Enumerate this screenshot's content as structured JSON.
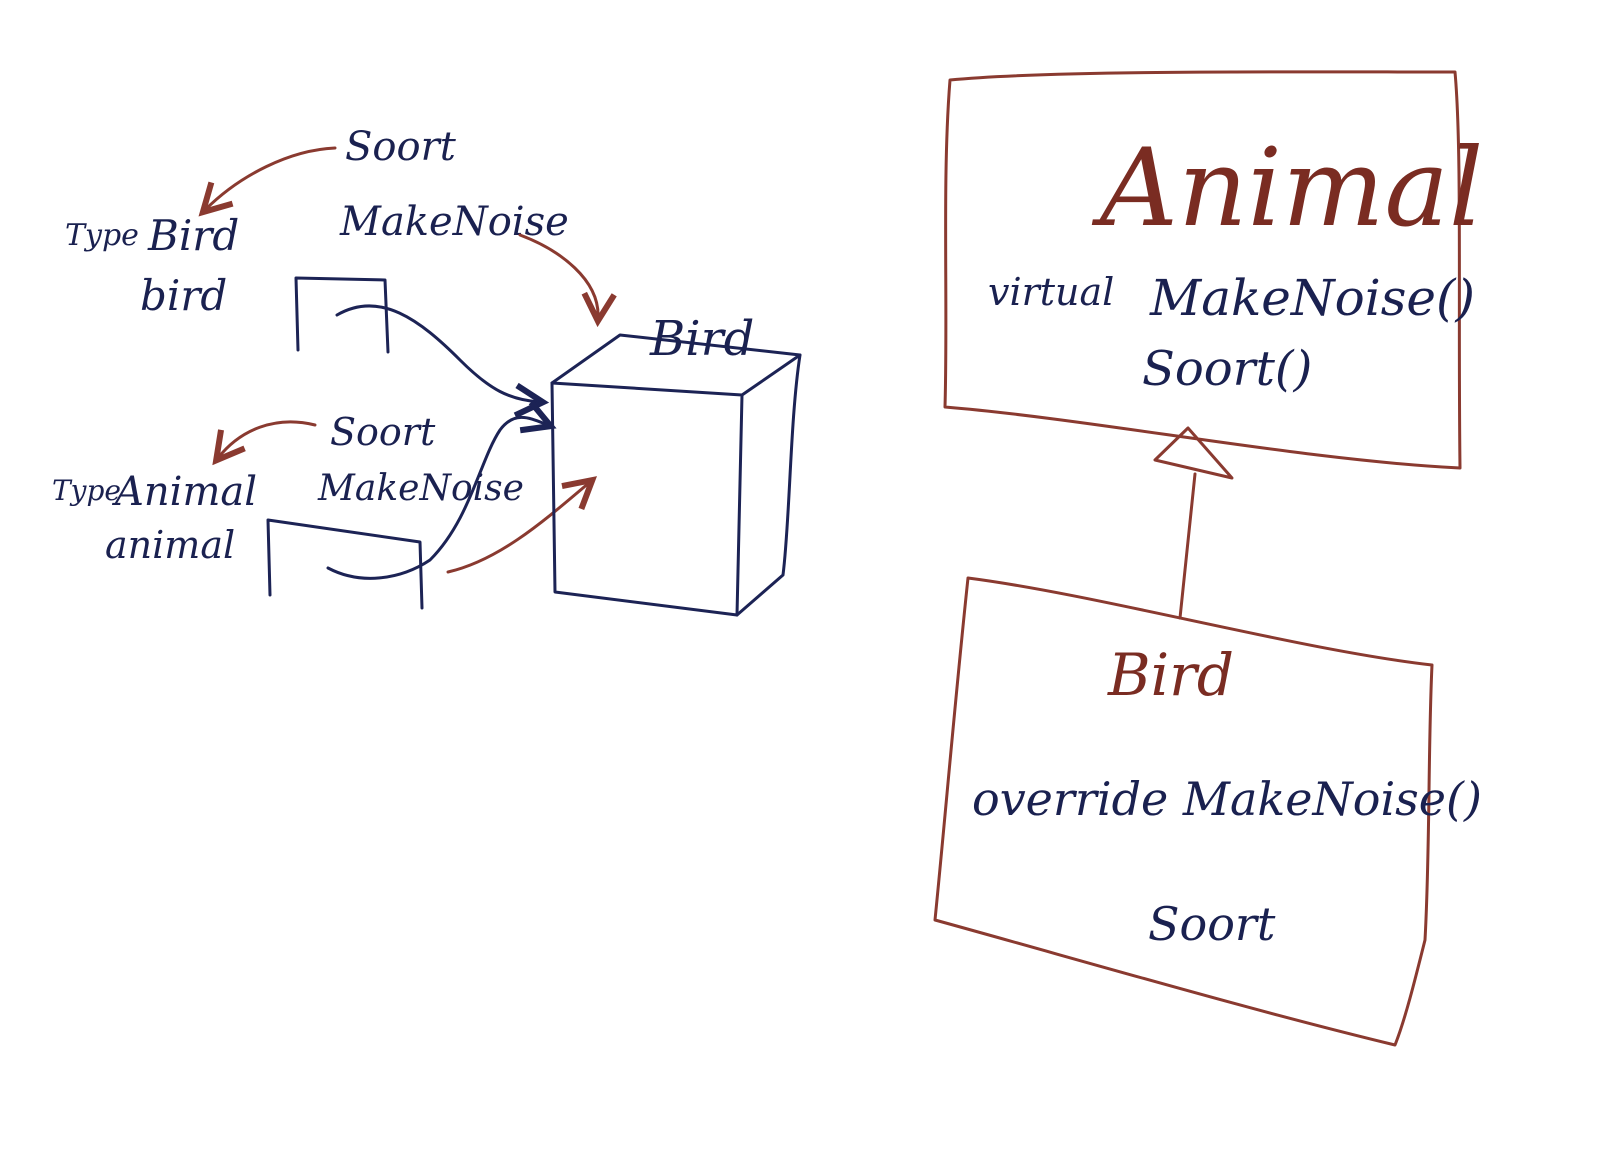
{
  "left_diagram": {
    "top_call": {
      "method_a": "Soort",
      "method_b": "MakeNoise",
      "type_prefix": "Type",
      "type_name": "Bird",
      "variable": "bird"
    },
    "bottom_call": {
      "method_a": "Soort",
      "method_b": "MakeNoise",
      "type_prefix": "Type",
      "type_name": "Animal",
      "variable": "animal"
    },
    "object_box": {
      "label": "Bird"
    }
  },
  "uml": {
    "base_class": {
      "name": "Animal",
      "modifier": "virtual",
      "method_1": "MakeNoise()",
      "method_2": "Soort()"
    },
    "derived_class": {
      "name": "Bird",
      "method_1": "override MakeNoise()",
      "method_2": "Soort"
    }
  },
  "colors": {
    "red_marker": "#8a3a30",
    "blue_marker": "#1c2355"
  }
}
